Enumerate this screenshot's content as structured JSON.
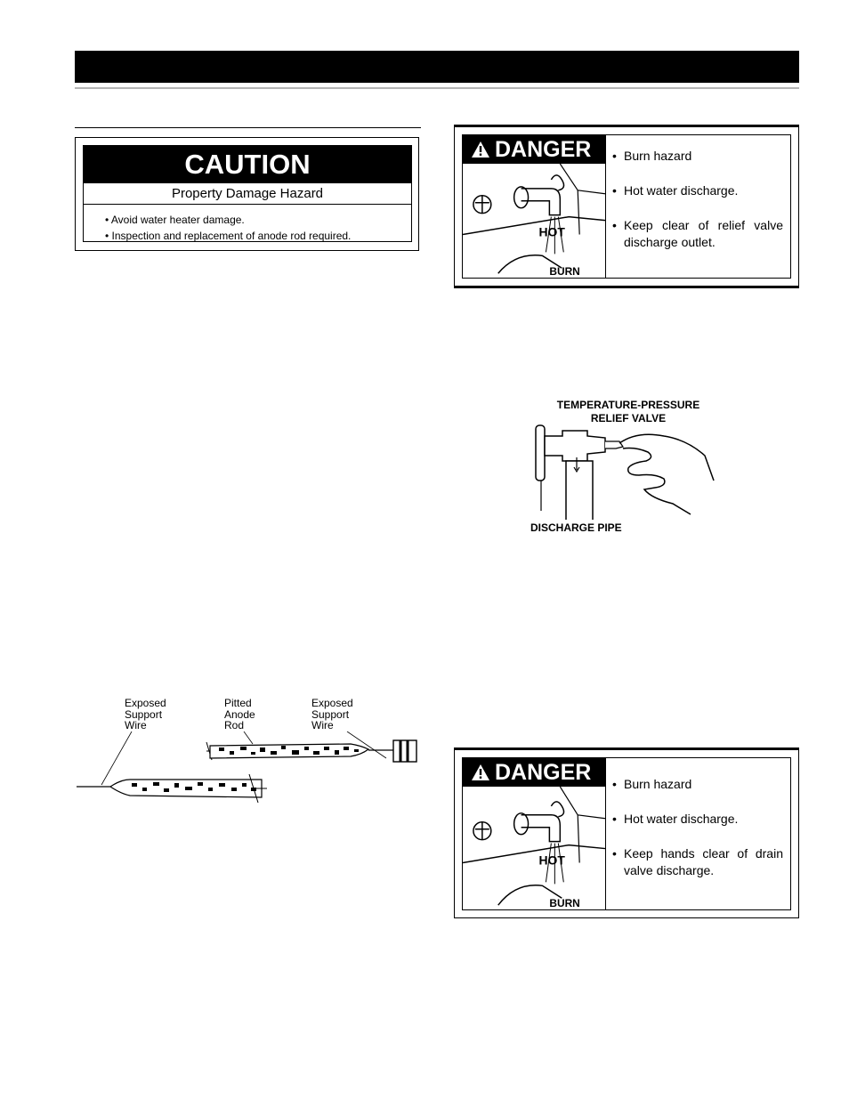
{
  "caution": {
    "title": "CAUTION",
    "subtitle": "Property Damage Hazard",
    "items": [
      "• Avoid water heater damage.",
      "• Inspection and replacement of anode rod required."
    ]
  },
  "danger_top": {
    "label": "DANGER",
    "art": {
      "hot": "HOT",
      "burn": "BURN"
    },
    "items": [
      "Burn hazard",
      "Hot water discharge.",
      "Keep clear of relief valve discharge outlet."
    ]
  },
  "valve_figure": {
    "title_line1": "TEMPERATURE-PRESSURE",
    "title_line2": "RELIEF VALVE",
    "pipe_label": "DISCHARGE PIPE"
  },
  "anode_figure": {
    "label_exposed_left": [
      "Exposed",
      "Support",
      "Wire"
    ],
    "label_pitted": [
      "Pitted",
      "Anode",
      "Rod"
    ],
    "label_exposed_right": [
      "Exposed",
      "Support",
      "Wire"
    ]
  },
  "danger_bottom": {
    "label": "DANGER",
    "art": {
      "hot": "HOT",
      "burn": "BURN"
    },
    "items": [
      "Burn hazard",
      "Hot water discharge.",
      "Keep hands clear of drain valve discharge."
    ]
  }
}
